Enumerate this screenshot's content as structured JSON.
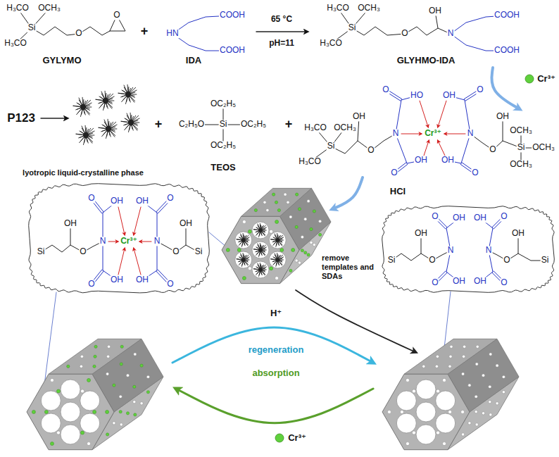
{
  "diagram": {
    "nodes": [
      {
        "text": [
          "OH",
          "O",
          "N",
          "Cr³⁺",
          "N",
          "O",
          "OH",
          "Si",
          "Si",
          "O",
          "OH",
          "O",
          "OH",
          "O",
          "OH",
          "O",
          "OH"
        ]
      },
      {
        "text": [
          "OH",
          "O",
          "N",
          "N",
          "O",
          "OH",
          "Si",
          "Si",
          "O",
          "OH",
          "O",
          "OH",
          "O",
          "OH",
          "O",
          "OH"
        ]
      }
    ],
    "labels": [
      "H₃CO",
      "OCH₃",
      "Si",
      "H₃CO",
      "O",
      "O",
      "GYLYMO",
      "+",
      "HN",
      "COOH",
      "COOH",
      "IDA",
      "65 °C",
      "pH=11",
      "H₃CO",
      "OCH₃",
      "Si",
      "H₃CO",
      "O",
      "OH",
      "N",
      "COOH",
      "COOH",
      "GLYHMO-IDA",
      "Cr³⁺",
      "P123",
      "lyotropic liquid-crystalline phase",
      "+",
      "C₂H₅O",
      "Si",
      "OC₂H₅",
      "OC₂H₅",
      "OC₂H₅",
      "TEOS",
      "+",
      "H₃CO",
      "OCH₃",
      "Si",
      "H₃CO",
      "OH",
      "O",
      "N",
      "Cr³⁺",
      "N",
      "O",
      "OH",
      "Si",
      "OCH₃",
      "OCH₃",
      "OCH₃",
      "O",
      "HO",
      "O",
      "OH",
      "O",
      "OH",
      "O",
      "OH",
      "HCl",
      "remove templates and SDAs",
      "H⁺",
      "regeneration",
      "absorption",
      "Cr³⁺"
    ]
  }
}
